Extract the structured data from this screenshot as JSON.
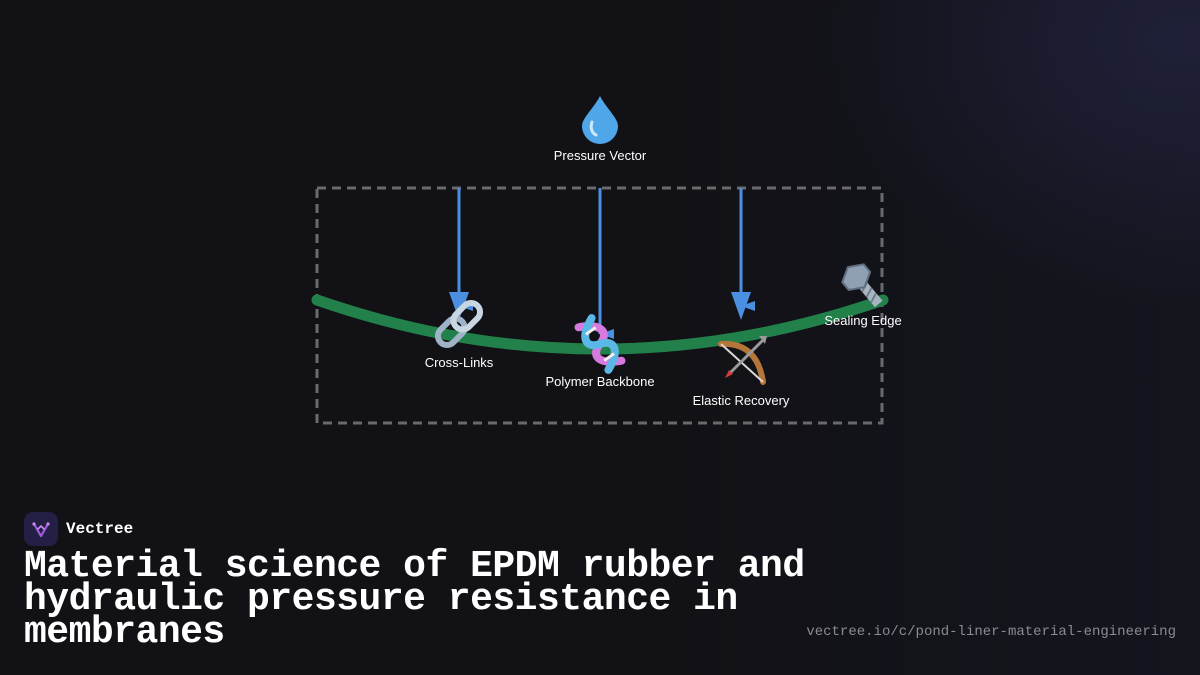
{
  "diagram": {
    "top_label": "Pressure Vector",
    "top_icon": "water-droplet-icon",
    "nodes": [
      {
        "id": "cross-links",
        "label": "Cross-Links",
        "icon": "chain-link-icon"
      },
      {
        "id": "polymer-backbone",
        "label": "Polymer Backbone",
        "icon": "dna-icon"
      },
      {
        "id": "elastic-recovery",
        "label": "Elastic Recovery",
        "icon": "bow-and-arrow-icon"
      },
      {
        "id": "sealing-edge",
        "label": "Sealing Edge",
        "icon": "nut-and-bolt-icon"
      }
    ],
    "colors": {
      "membrane": "#22804a",
      "arrow": "#4a8fe0",
      "frame": "#6a6a6a",
      "background": "#111116"
    }
  },
  "brand": {
    "name": "Vectree",
    "logo_icon": "vectree-logo-icon"
  },
  "title": "Material science of EPDM rubber and hydraulic pressure resistance in membranes",
  "source_url": "vectree.io/c/pond-liner-material-engineering"
}
